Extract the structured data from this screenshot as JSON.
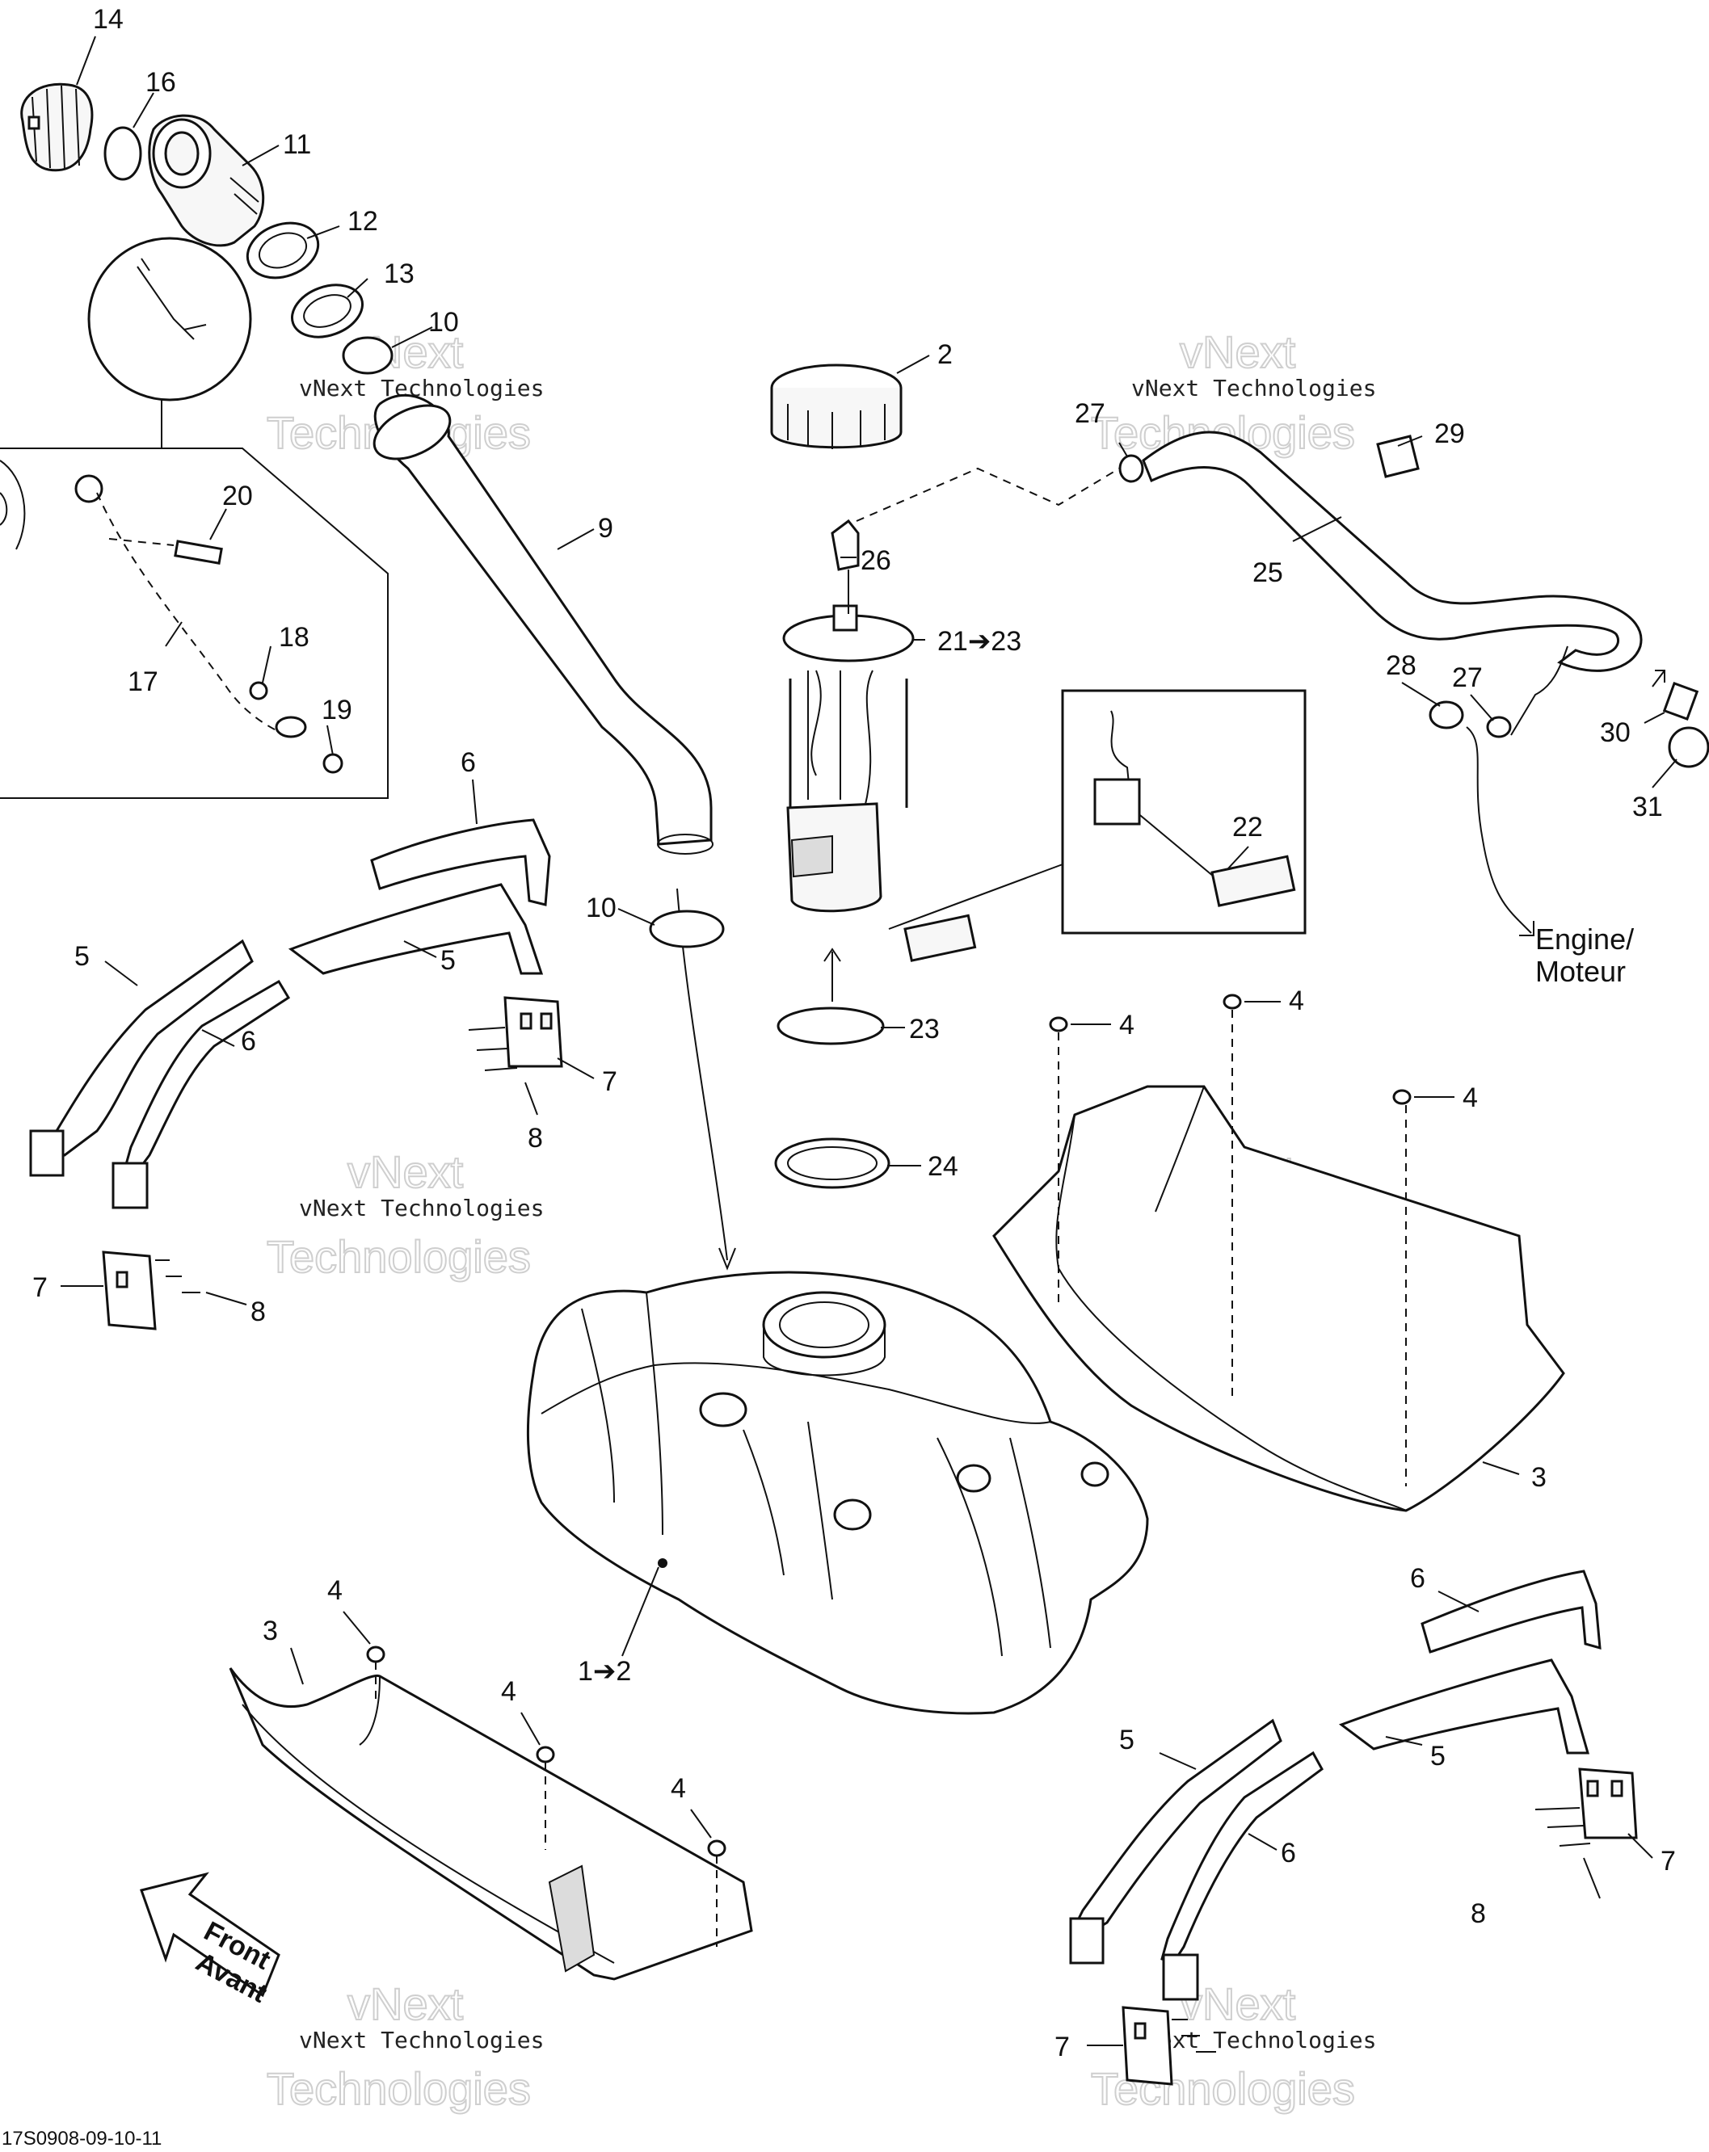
{
  "labels": {
    "l14": "14",
    "l16": "16",
    "l11": "11",
    "l12": "12",
    "l13": "13",
    "l10a": "10",
    "l9": "9",
    "l20": "20",
    "l17": "17",
    "l18": "18",
    "l19": "19",
    "l2": "2",
    "l27a": "27",
    "l29": "29",
    "l26": "26",
    "l25": "25",
    "l21": "21➔23",
    "l28": "28",
    "l27b": "27",
    "l30": "30",
    "l31": "31",
    "l22": "22",
    "l6a": "6",
    "l5a": "5",
    "l5b": "5",
    "l6b": "6",
    "l7a": "7",
    "l8a": "8",
    "l10b": "10",
    "l23": "23",
    "l24": "24",
    "l7b": "7",
    "l8b": "8",
    "l4a": "4",
    "l4b": "4",
    "l4c": "4",
    "l3a": "3",
    "l4d": "4",
    "l3b": "3",
    "l4e": "4",
    "l4f": "4",
    "l1": "1➔2",
    "l6c": "6",
    "l5c": "5",
    "l5d": "5",
    "l6d": "6",
    "l7c": "7",
    "l8c": "8",
    "l7d": "7"
  },
  "engine": {
    "line1": "Engine/",
    "line2": "Moteur"
  },
  "front_arrow": {
    "line1": "Front",
    "line2": "Avant"
  },
  "watermark": {
    "line1": "vNext Technologies",
    "line2": "vNext",
    "line3": "Technologies"
  },
  "drawing_code": "17S0908-09-10-11"
}
